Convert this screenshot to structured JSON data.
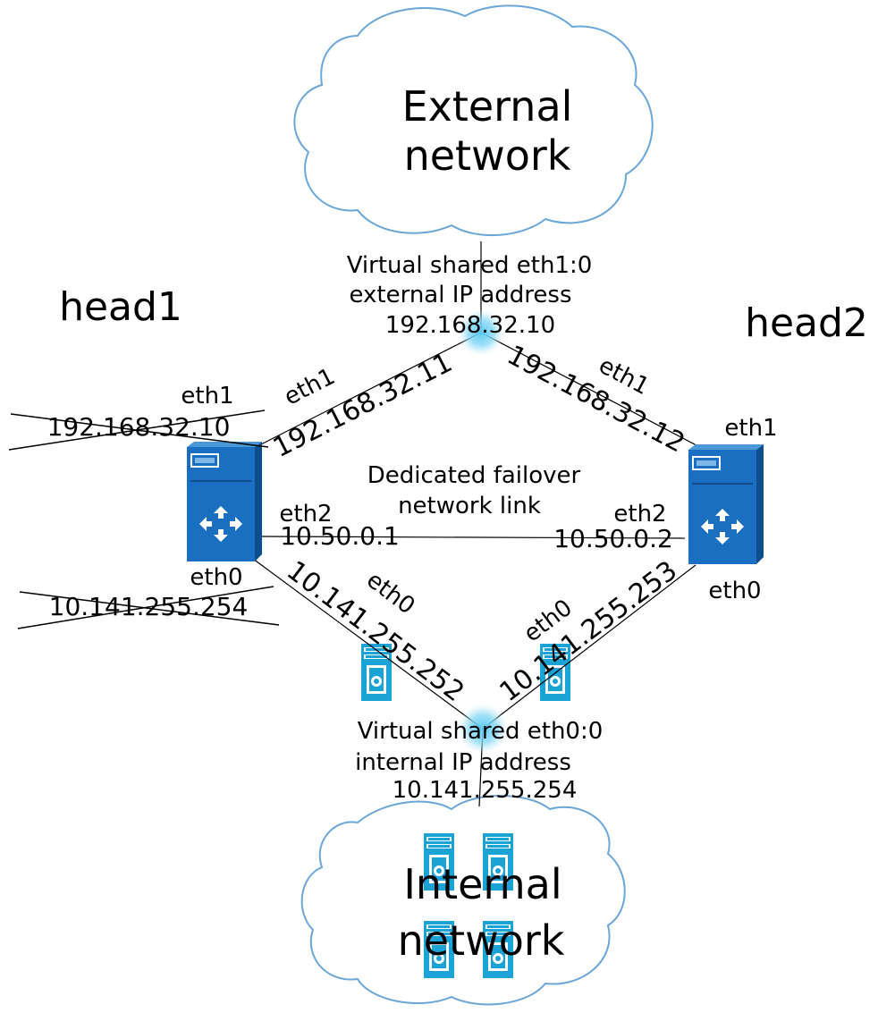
{
  "clouds": {
    "external": {
      "line1": "External",
      "line2": "network"
    },
    "internal": {
      "line1": "Internal",
      "line2": "network"
    }
  },
  "heads": {
    "head1": {
      "name": "head1"
    },
    "head2": {
      "name": "head2"
    }
  },
  "virtual_ips": {
    "external": {
      "line1": "Virtual shared eth1:0",
      "line2": "external IP address",
      "ip": "192.168.32.10"
    },
    "internal": {
      "line1": "Virtual shared eth0:0",
      "line2": "internal IP address",
      "ip": "10.141.255.254"
    }
  },
  "failover_link": {
    "line1": "Dedicated failover",
    "line2": "network link"
  },
  "interfaces": {
    "head1_eth1_label": "eth1",
    "head1_eth1_old_ip": "192.168.32.10",
    "head1_eth1_link_label": "eth1",
    "head1_eth1_link_ip": "192.168.32.11",
    "head1_eth2_label": "eth2",
    "head1_eth2_ip": "10.50.0.1",
    "head1_eth0_label": "eth0",
    "head1_eth0_old_ip": "10.141.255.254",
    "head1_eth0_link_label": "eth0",
    "head1_eth0_link_ip": "10.141.255.252",
    "head2_eth1_label": "eth1",
    "head2_eth1_link_label": "eth1",
    "head2_eth1_link_ip": "192.168.32.12",
    "head2_eth2_label": "eth2",
    "head2_eth2_ip": "10.50.0.2",
    "head2_eth0_label": "eth0",
    "head2_eth0_link_label": "eth0",
    "head2_eth0_link_ip": "10.141.255.253"
  },
  "colors": {
    "device_blue": "#1a6fc0",
    "device_dark": "#0d4f8e",
    "node_cyan": "#1ba3d6",
    "cloud_outline": "#6aa7d8",
    "glow": "#5ccaf2"
  }
}
